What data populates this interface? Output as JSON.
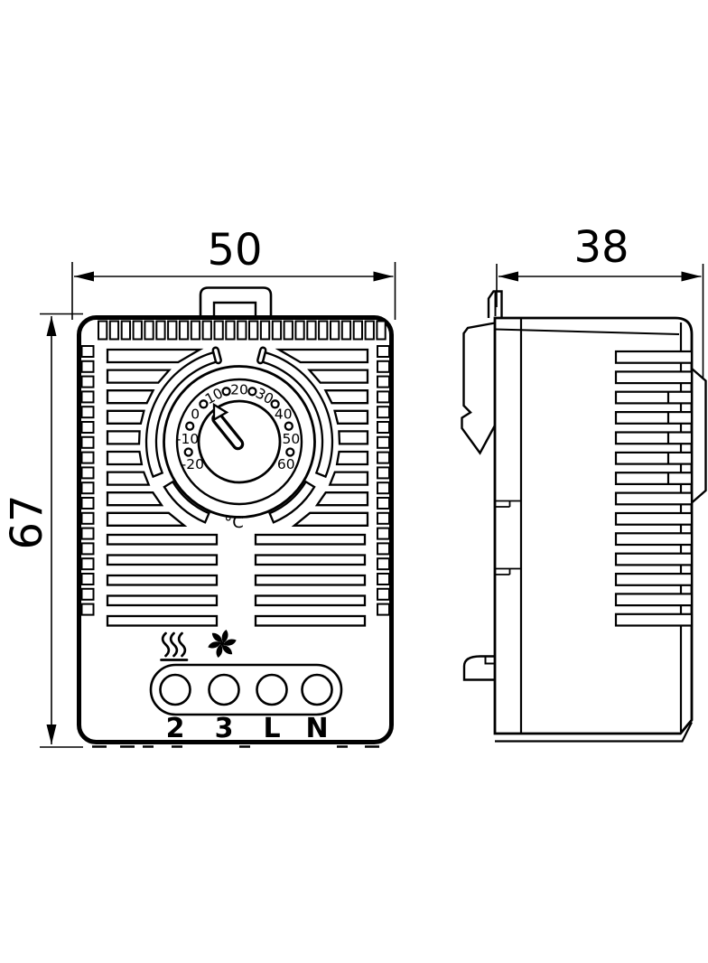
{
  "dimensions": {
    "width": "50",
    "depth": "38",
    "height": "67"
  },
  "front_view": {
    "dial": {
      "scale_labels": [
        "-20",
        "-10",
        "0",
        "10",
        "20",
        "30",
        "40",
        "50",
        "60"
      ],
      "unit_label": "°C"
    },
    "terminal_labels": [
      "2",
      "3",
      "L",
      "N"
    ],
    "symbols": [
      {
        "name": "heating-icon"
      },
      {
        "name": "fan-icon"
      }
    ]
  }
}
